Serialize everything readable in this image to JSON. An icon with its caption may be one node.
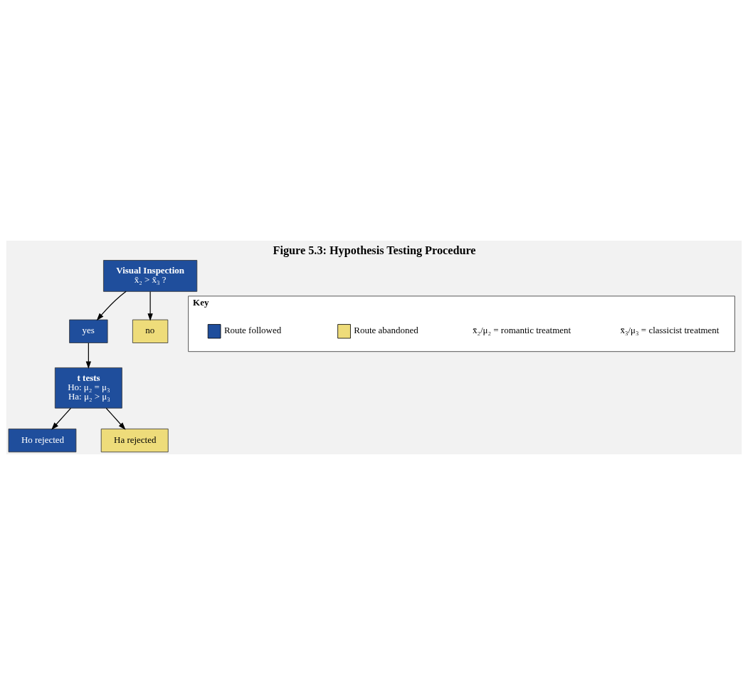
{
  "diagram": {
    "title": "Figure 5.3: Hypothesis Testing Procedure",
    "nodes": [
      {
        "text": [
          "Visual Inspection",
          "x̄₂ > x̄₃ ?"
        ]
      },
      {
        "text": [
          "yes"
        ]
      },
      {
        "text": [
          "no"
        ]
      },
      {
        "text": [
          "t tests",
          "Ho: μ₂ = μ₃",
          "Ha: μ₂ > μ₃"
        ]
      },
      {
        "text": [
          "Ho rejected"
        ]
      },
      {
        "text": [
          "Ha rejected"
        ]
      },
      {
        "text": [
          "Key"
        ]
      }
    ],
    "edges": [
      {
        "from": 0,
        "to": 1,
        "arrow": "to"
      },
      {
        "from": 0,
        "to": 2,
        "arrow": "to"
      },
      {
        "from": 1,
        "to": 3,
        "arrow": "to"
      },
      {
        "from": 3,
        "to": 4,
        "arrow": "to"
      },
      {
        "from": 3,
        "to": 5,
        "arrow": "to"
      }
    ],
    "labels": [
      "x̄₂/μ₂ = romantic treatment",
      "x̄₃/μ₃ = classicist treatment"
    ],
    "legend": [
      {
        "text": "Route followed",
        "color": "#1f4e9c"
      },
      {
        "text": "Route abandoned",
        "color": "#eedc7a"
      }
    ]
  }
}
